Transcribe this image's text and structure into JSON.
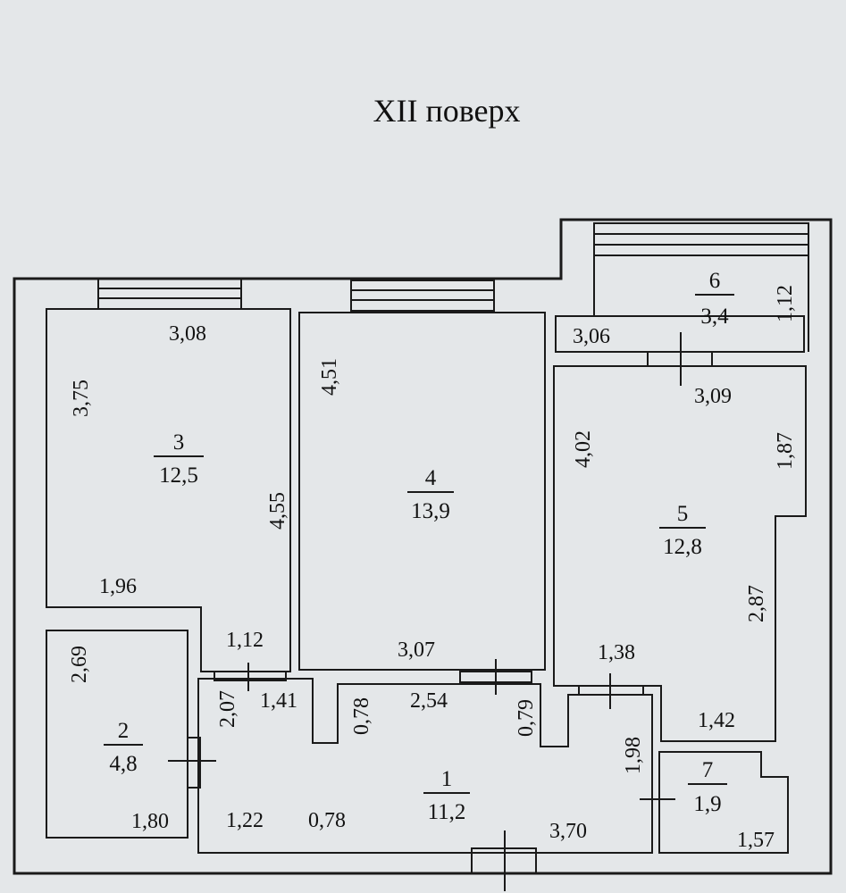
{
  "title": "XII поверх",
  "rooms": [
    {
      "num": "1",
      "area": "11,2"
    },
    {
      "num": "2",
      "area": "4,8"
    },
    {
      "num": "3",
      "area": "12,5"
    },
    {
      "num": "4",
      "area": "13,9"
    },
    {
      "num": "5",
      "area": "12,8"
    },
    {
      "num": "6",
      "area": "3,4"
    },
    {
      "num": "7",
      "area": "1,9"
    }
  ],
  "dims": {
    "r3_top": "3,08",
    "r3_left": "3,75",
    "r3_right": "4,55",
    "r3_bottom": "1,96",
    "r4_left": "4,51",
    "r4_bottom": "3,07",
    "r6_left": "3,06",
    "r6_right": "1,12",
    "r5_top": "3,09",
    "r5_left": "4,02",
    "r5_right_top": "1,87",
    "r5_right": "2,87",
    "r5_bottom_left": "1,38",
    "r5_bottom": "1,42",
    "r2_left": "2,69",
    "r2_bottom": "1,80",
    "c_top": "1,12",
    "c_left": "2,07",
    "c_a": "1,41",
    "c_b": "0,78",
    "c_c": "2,54",
    "c_d": "0,79",
    "c_bottom_left": "1,22",
    "c_bottom_mid": "0,78",
    "c_bottom_right": "3,70",
    "c_right": "1,98",
    "r7_bottom": "1,57"
  }
}
